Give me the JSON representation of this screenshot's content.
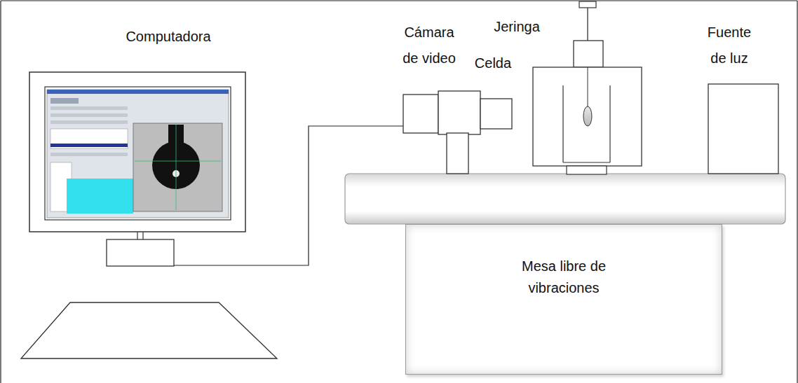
{
  "diagram": {
    "nodes": [
      {
        "text": [
          "Mesa libre de vibraciones"
        ]
      }
    ],
    "labels": [
      "Computadora",
      "Cámara de video",
      "Jeringa",
      "Celda",
      "Fuente de luz"
    ]
  }
}
